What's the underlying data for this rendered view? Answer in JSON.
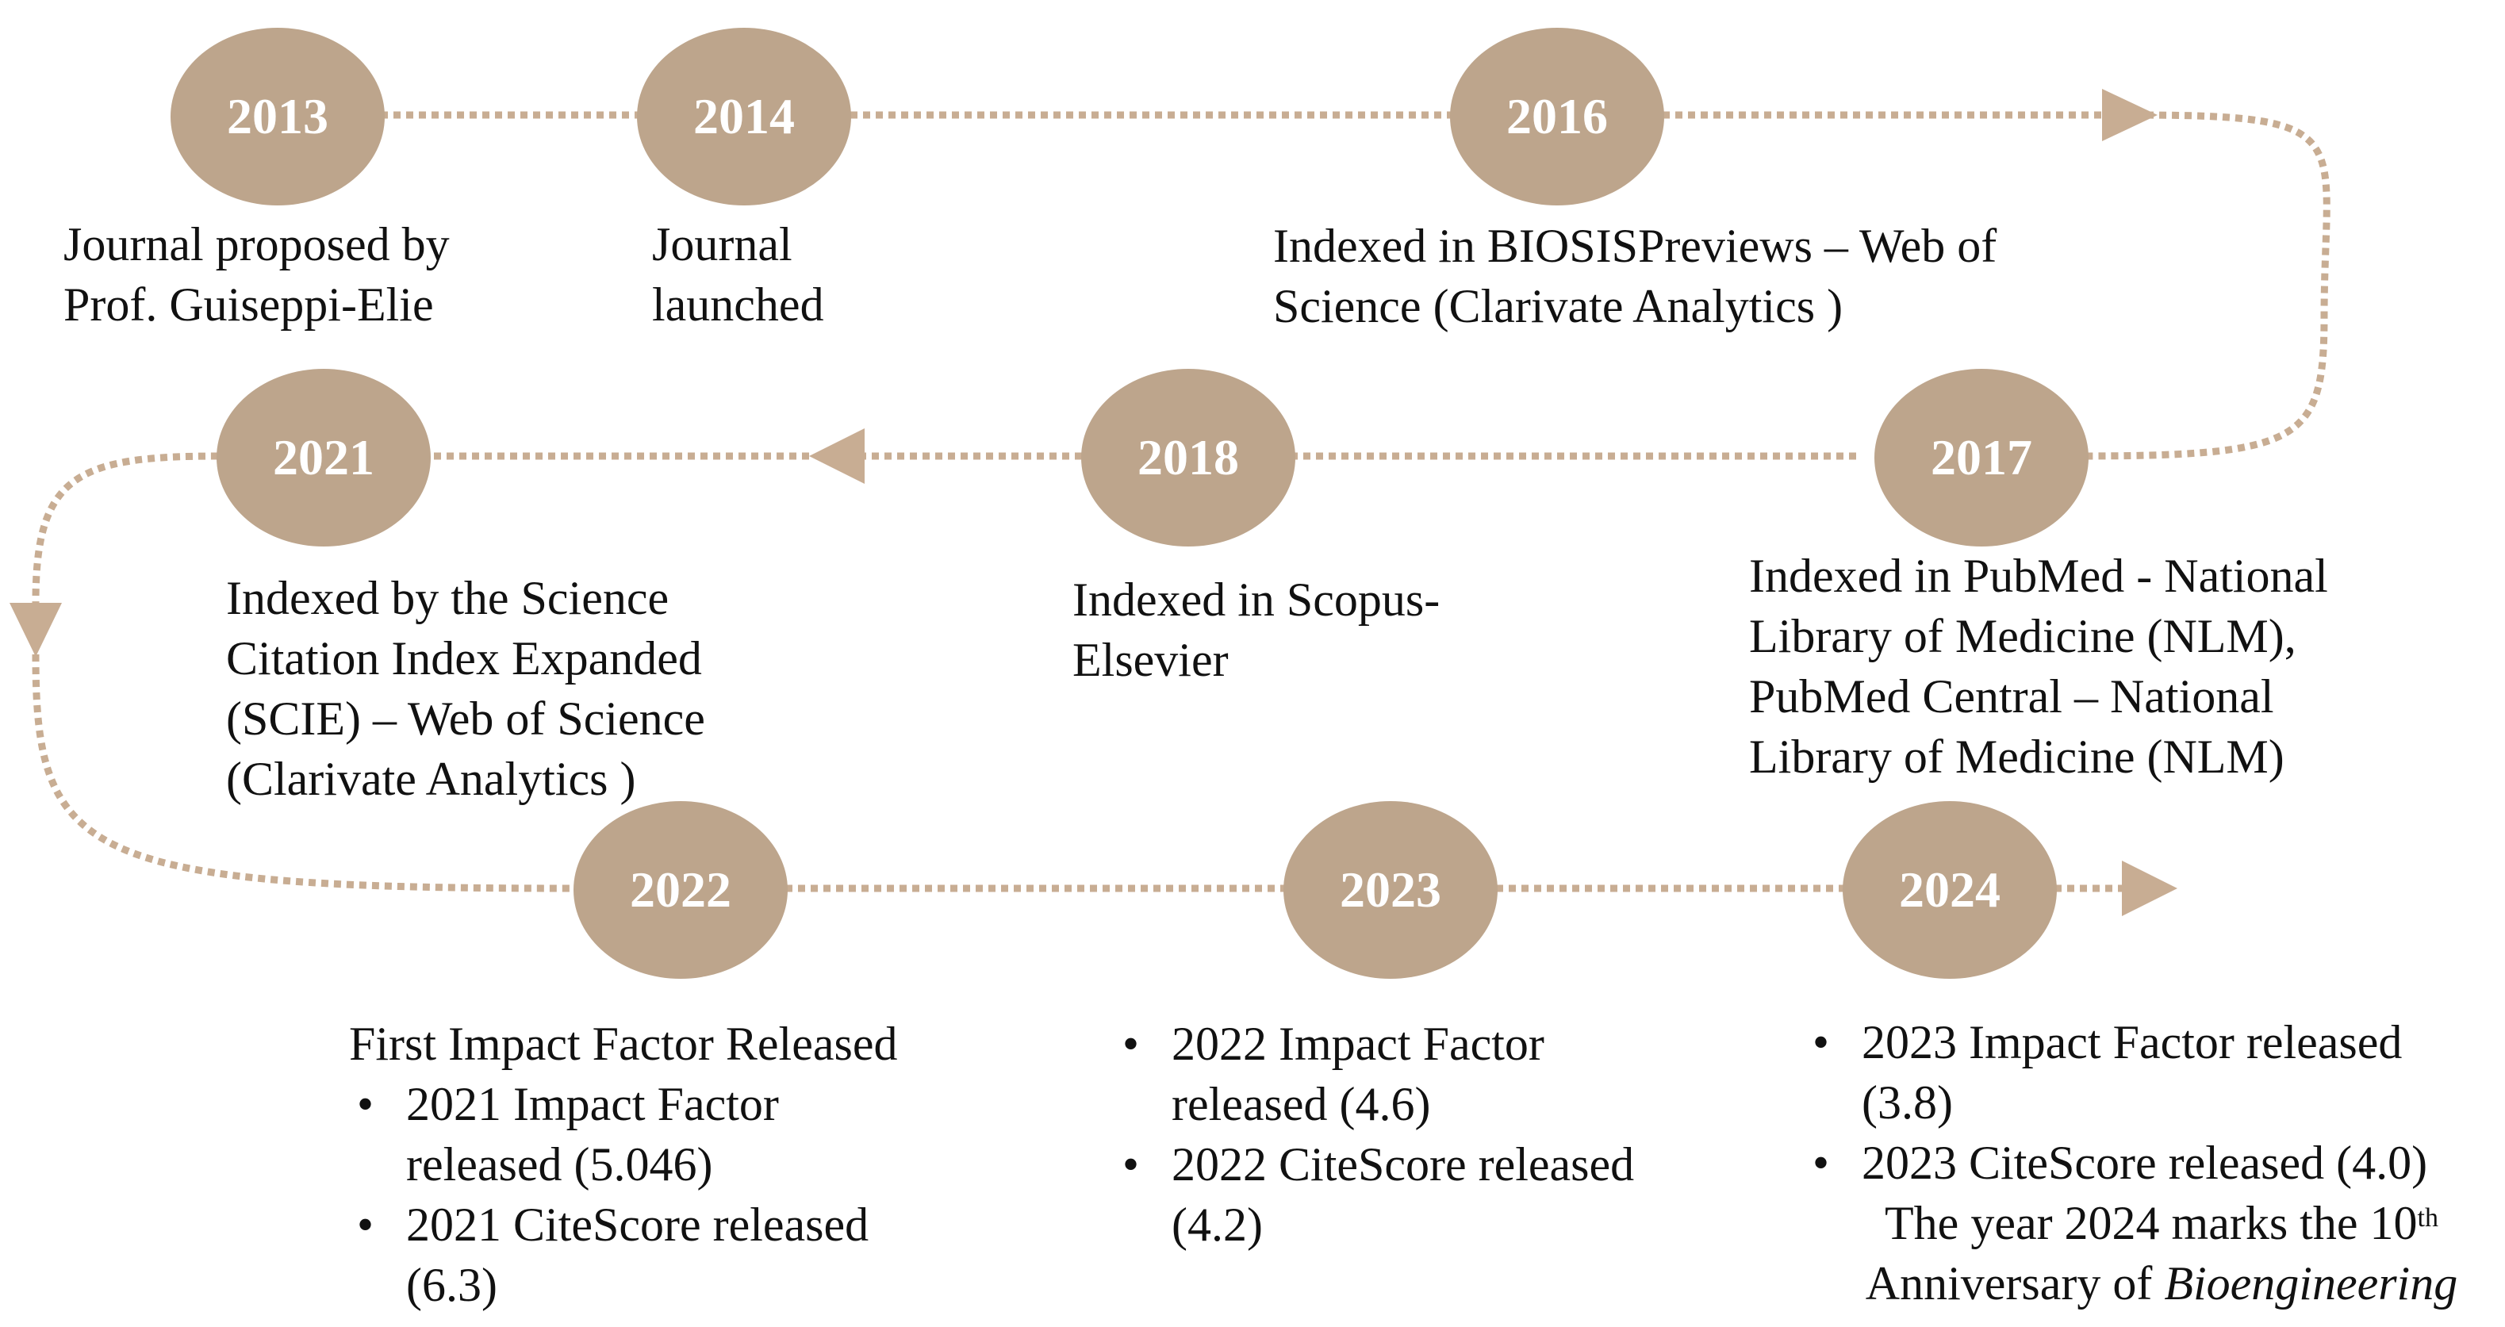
{
  "colors": {
    "accent": "#bda58c",
    "line": "#c8ad93",
    "node_text": "#ffffff",
    "text": "#111111"
  },
  "milestones": [
    {
      "year": "2013",
      "lines": [
        "Journal proposed by",
        "Prof. Guiseppi-Elie"
      ]
    },
    {
      "year": "2014",
      "lines": [
        "Journal",
        "launched"
      ]
    },
    {
      "year": "2016",
      "lines": [
        "Indexed in BIOSISPreviews – Web of",
        "Science (Clarivate Analytics )"
      ]
    },
    {
      "year": "2017",
      "lines": [
        "Indexed in PubMed - National",
        "Library of Medicine (NLM),",
        "PubMed Central  – National",
        "Library of Medicine (NLM)"
      ]
    },
    {
      "year": "2018",
      "lines": [
        "Indexed in Scopus-",
        "Elsevier"
      ]
    },
    {
      "year": "2021",
      "lines": [
        "Indexed by the Science",
        "Citation Index Expanded",
        "(SCIE) – Web of Science",
        "(Clarivate Analytics )"
      ]
    },
    {
      "year": "2022",
      "heading": "First Impact Factor Released",
      "bullets": [
        [
          "2021 Impact Factor",
          "released (5.046)"
        ],
        [
          "2021 CiteScore released",
          "(6.3)"
        ]
      ]
    },
    {
      "year": "2023",
      "bullets": [
        [
          "2022 Impact Factor",
          "released (4.6)"
        ],
        [
          "2022 CiteScore released",
          "(4.2)"
        ]
      ]
    },
    {
      "year": "2024",
      "bullets": [
        [
          "2023 Impact Factor released",
          "(3.8)"
        ],
        [
          "2023 CiteScore released (4.0)"
        ]
      ]
    }
  ],
  "anniversary": {
    "line1_prefix": "The year 2024 marks the 10",
    "ordinal_suffix": "th",
    "line2_prefix": "Anniversary of ",
    "journal": "Bioengineering"
  }
}
